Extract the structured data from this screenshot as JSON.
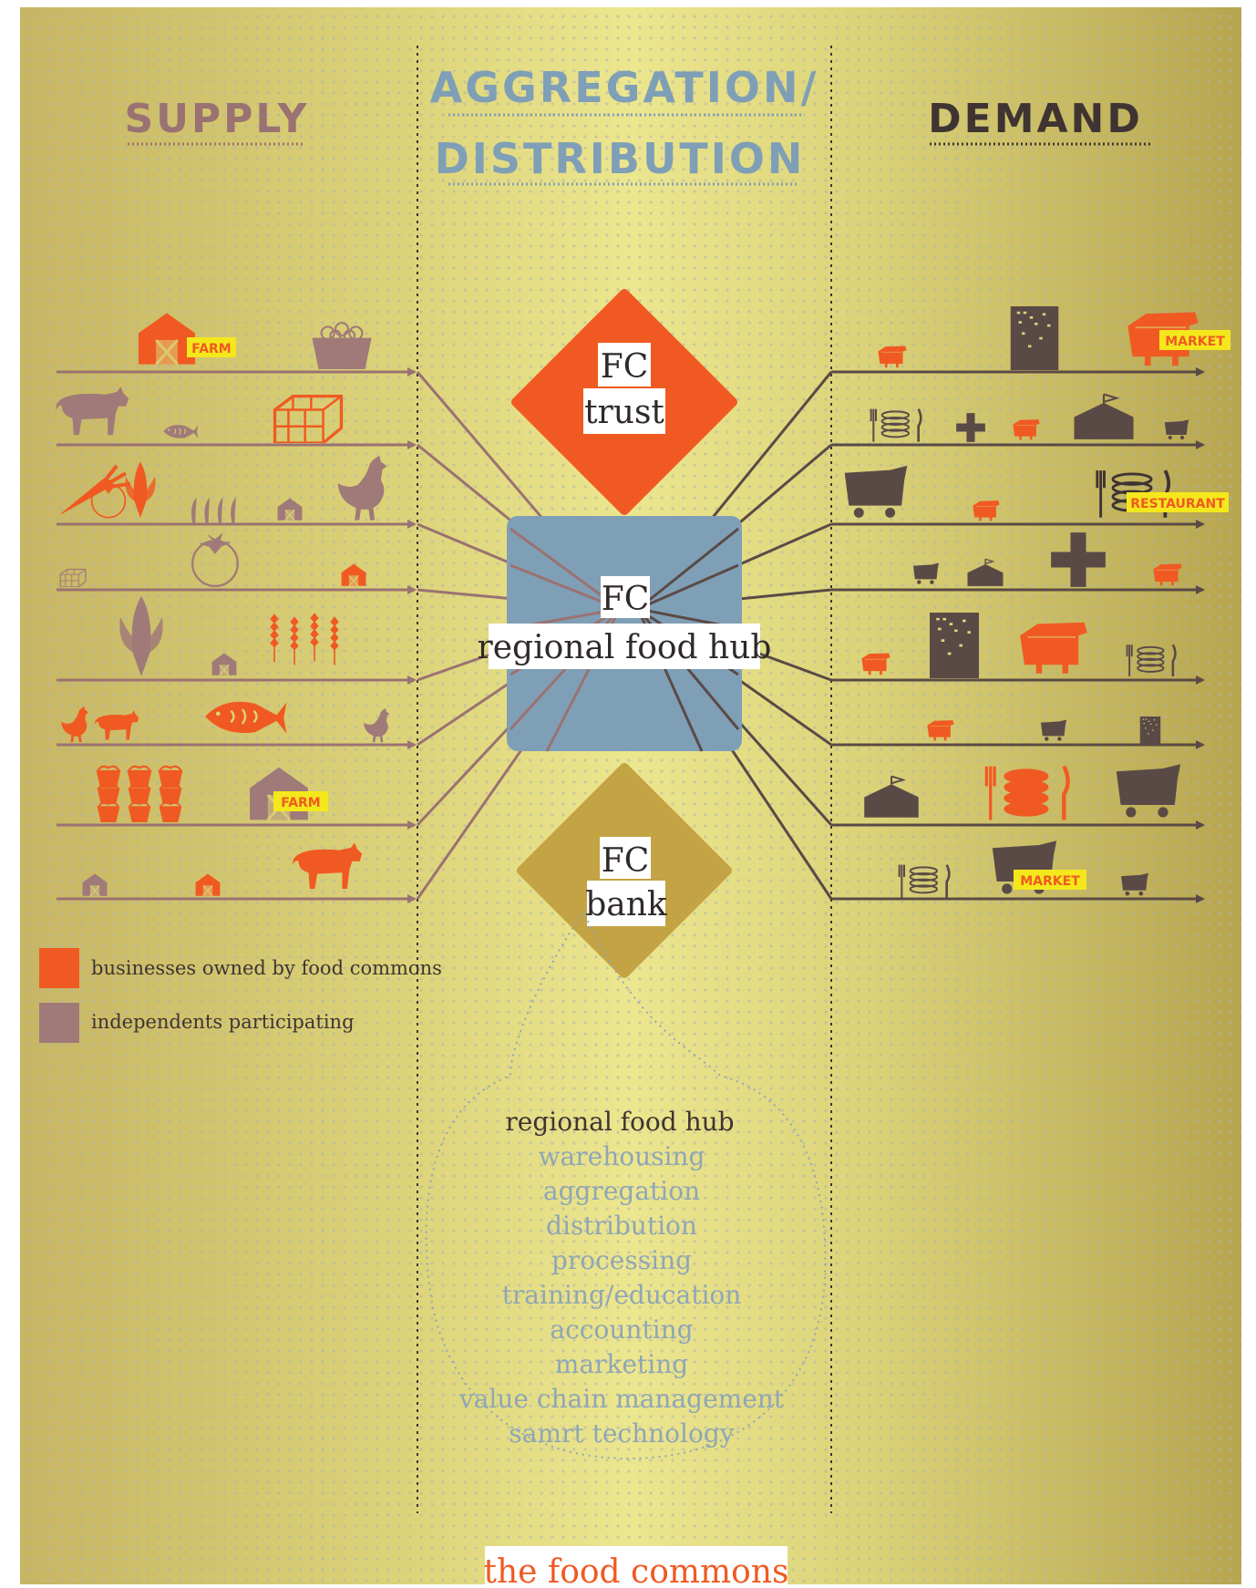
{
  "headers": {
    "supply": "SUPPLY",
    "aggregation_line1": "AGGREGATION/",
    "aggregation_line2": "DISTRIBUTION",
    "demand": "DEMAND"
  },
  "nodes": {
    "trust": {
      "line1": "FC",
      "line2": "trust"
    },
    "hub": {
      "line1": "FC",
      "line2": "regional food hub"
    },
    "bank": {
      "line1": "FC",
      "line2": "bank"
    }
  },
  "tags": {
    "farm": "FARM",
    "market": "MARKET",
    "restaurant": "RESTAURANT"
  },
  "legend": {
    "owned": "businesses owned by food commons",
    "independent": "independents participating"
  },
  "hub_services": {
    "title": "regional food hub",
    "items": [
      "warehousing",
      "aggregation",
      "distribution",
      "processing",
      "training/education",
      "accounting",
      "marketing",
      "value chain management",
      "samrt technology"
    ]
  },
  "footer": "the food commons",
  "colors": {
    "background": "#c4b25f",
    "center_band": "#e6de86",
    "owned": "#f05a22",
    "independent": "#a07a78",
    "supply_header": "#9a7272",
    "aggregation_header": "#7f9fb6",
    "demand_header": "#3f3432",
    "hub": "#7f9fb6",
    "bank": "#c4a344",
    "demand_dark": "#5a4a46",
    "tag_bg": "#f4e81c"
  }
}
